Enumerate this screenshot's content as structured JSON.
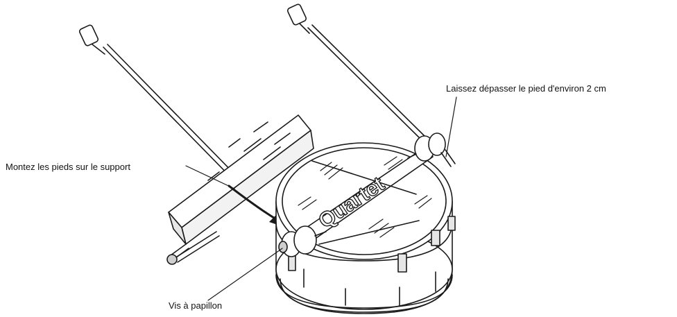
{
  "labels": {
    "mount_legs": "Montez les pieds sur le support",
    "leg_extension": "Laissez dépasser le pied d'environ 2 cm",
    "wing_screw": "Vis à papillon"
  },
  "drum_brand_text": "Quartet",
  "colors": {
    "line": "#1a1a1a",
    "background": "#ffffff",
    "shade": "#cfcfcf"
  }
}
